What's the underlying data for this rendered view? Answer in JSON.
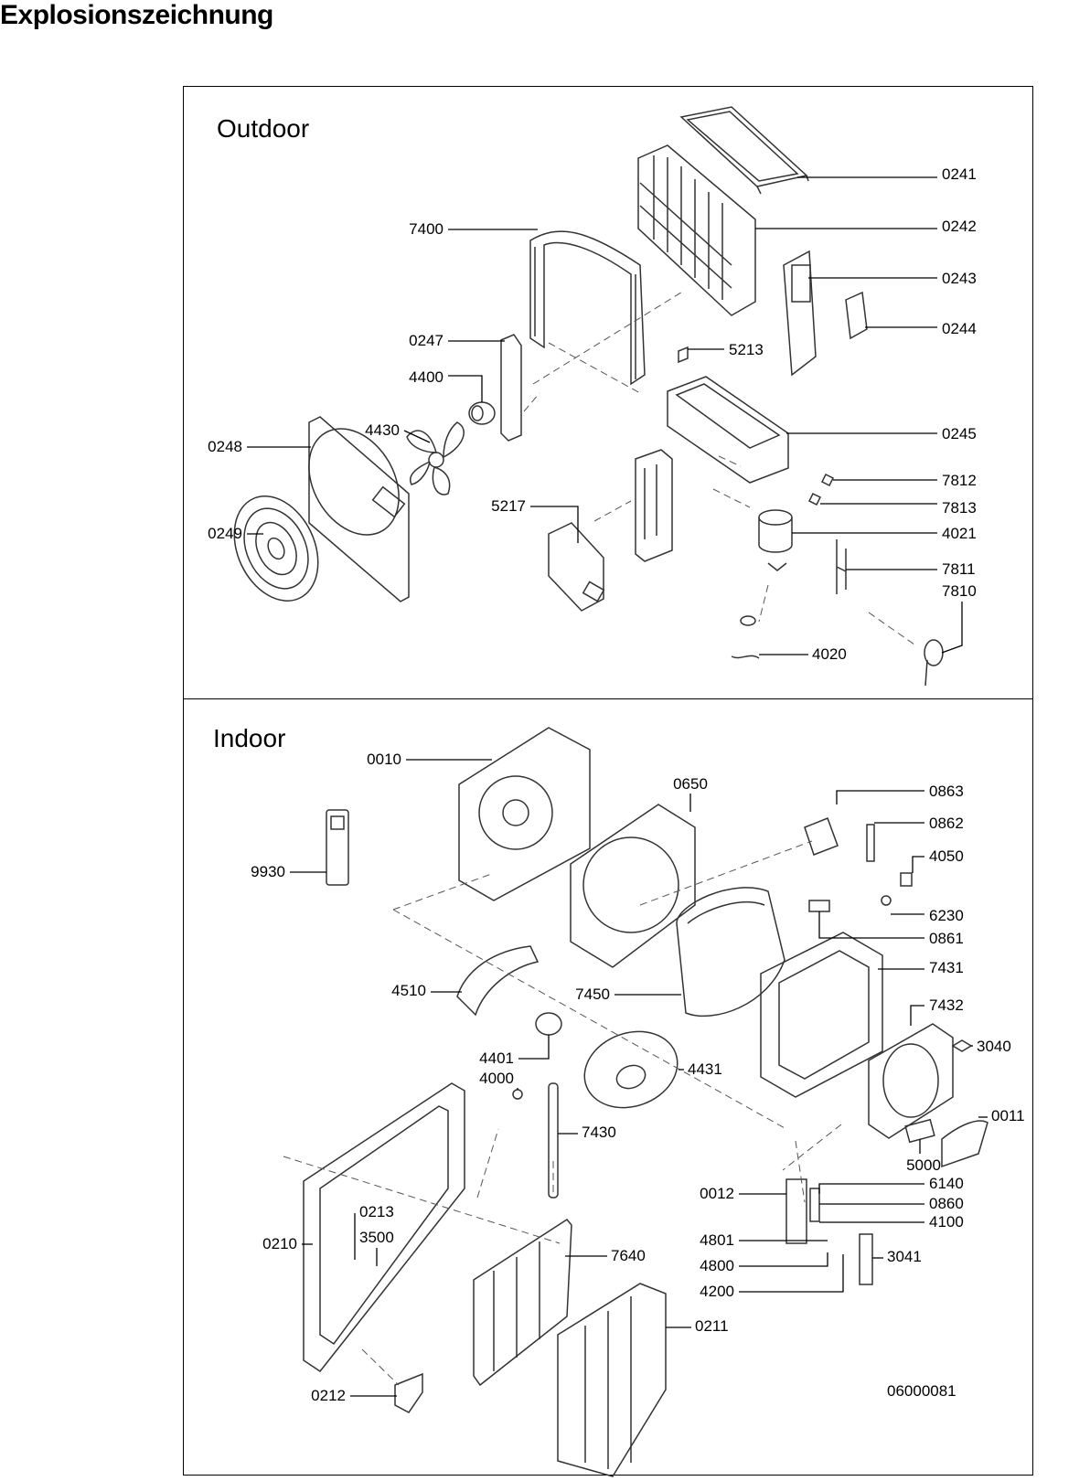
{
  "page": {
    "title": "Explosionszeichnung",
    "document_number": "06000081"
  },
  "sections": {
    "outdoor": {
      "label": "Outdoor",
      "parts": [
        {
          "id": "p0241",
          "number": "0241"
        },
        {
          "id": "p0242",
          "number": "0242"
        },
        {
          "id": "p0243",
          "number": "0243"
        },
        {
          "id": "p0244",
          "number": "0244"
        },
        {
          "id": "p7400",
          "number": "7400"
        },
        {
          "id": "p0247",
          "number": "0247"
        },
        {
          "id": "p5213",
          "number": "5213"
        },
        {
          "id": "p4400",
          "number": "4400"
        },
        {
          "id": "p4430",
          "number": "4430"
        },
        {
          "id": "p0245",
          "number": "0245"
        },
        {
          "id": "p0248",
          "number": "0248"
        },
        {
          "id": "p7812",
          "number": "7812"
        },
        {
          "id": "p5217",
          "number": "5217"
        },
        {
          "id": "p7813",
          "number": "7813"
        },
        {
          "id": "p0249",
          "number": "0249"
        },
        {
          "id": "p4021",
          "number": "4021"
        },
        {
          "id": "p7811",
          "number": "7811"
        },
        {
          "id": "p7810",
          "number": "7810"
        },
        {
          "id": "p4020",
          "number": "4020"
        }
      ]
    },
    "indoor": {
      "label": "Indoor",
      "parts": [
        {
          "id": "p0010",
          "number": "0010"
        },
        {
          "id": "p0650",
          "number": "0650"
        },
        {
          "id": "p0863",
          "number": "0863"
        },
        {
          "id": "p0862",
          "number": "0862"
        },
        {
          "id": "p9930",
          "number": "9930"
        },
        {
          "id": "p4050",
          "number": "4050"
        },
        {
          "id": "p6230",
          "number": "6230"
        },
        {
          "id": "p0861",
          "number": "0861"
        },
        {
          "id": "p7431",
          "number": "7431"
        },
        {
          "id": "p4510",
          "number": "4510"
        },
        {
          "id": "p7450",
          "number": "7450"
        },
        {
          "id": "p7432",
          "number": "7432"
        },
        {
          "id": "p3040",
          "number": "3040"
        },
        {
          "id": "p4401",
          "number": "4401"
        },
        {
          "id": "p4431",
          "number": "4431"
        },
        {
          "id": "p4000",
          "number": "4000"
        },
        {
          "id": "p0011",
          "number": "0011"
        },
        {
          "id": "p7430",
          "number": "7430"
        },
        {
          "id": "p5000",
          "number": "5000"
        },
        {
          "id": "p6140",
          "number": "6140"
        },
        {
          "id": "p0012",
          "number": "0012"
        },
        {
          "id": "p0860",
          "number": "0860"
        },
        {
          "id": "p0213",
          "number": "0213"
        },
        {
          "id": "p4100",
          "number": "4100"
        },
        {
          "id": "p3500",
          "number": "3500"
        },
        {
          "id": "p4801",
          "number": "4801"
        },
        {
          "id": "p0210",
          "number": "0210"
        },
        {
          "id": "p7640",
          "number": "7640"
        },
        {
          "id": "p3041",
          "number": "3041"
        },
        {
          "id": "p4800",
          "number": "4800"
        },
        {
          "id": "p4200",
          "number": "4200"
        },
        {
          "id": "p0211",
          "number": "0211"
        },
        {
          "id": "p0212",
          "number": "0212"
        }
      ]
    }
  }
}
